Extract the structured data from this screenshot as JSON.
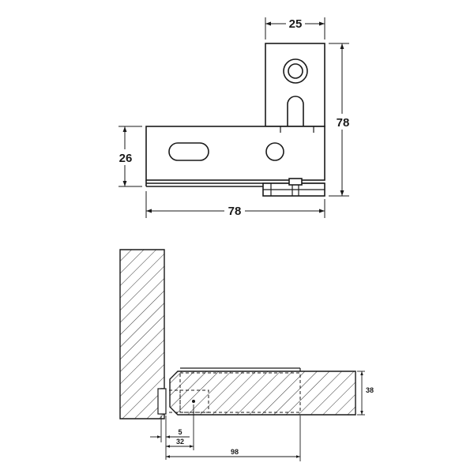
{
  "top_view": {
    "dim_width": "25",
    "dim_total_height": "78",
    "dim_plate_height": "26",
    "dim_total_width": "78"
  },
  "section_view": {
    "dim_thickness": "38",
    "dim_offset_a": "5",
    "dim_offset_b": "32",
    "dim_depth": "98"
  }
}
